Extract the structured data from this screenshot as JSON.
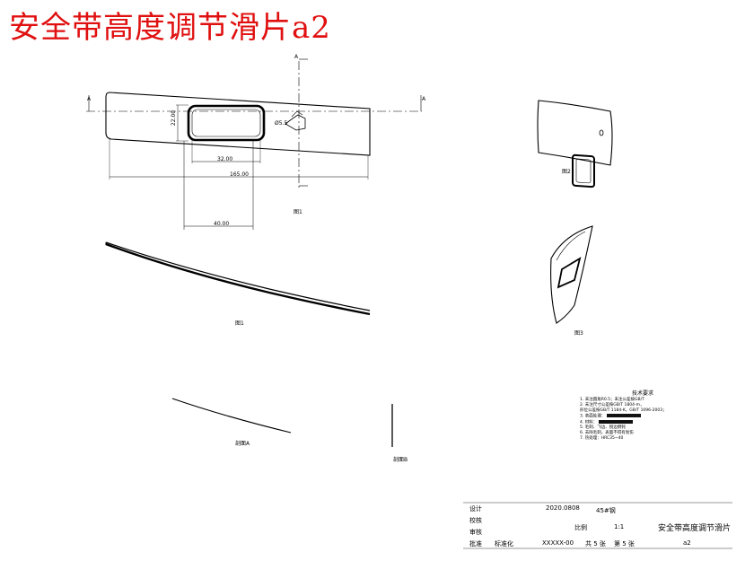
{
  "title": "安全带高度调节滑片a2",
  "views": {
    "view1_label": "图1",
    "view2_label": "图2",
    "view3_label": "图3",
    "view4_label": "剖面A",
    "view5_label": "剖面B",
    "section_marker": "A"
  },
  "dimensions": {
    "window_height": "22.00",
    "window_width": "32.00",
    "overall_width": "165.00",
    "lower_width": "40.00",
    "hole_label": "Ø5.5"
  },
  "notes": {
    "heading": "技术要求",
    "lines": [
      "1. 未注圆角R0.5；未注公差按GB/T",
      "2. 未注尺寸公差按GB/T 1804-m，",
      "   形位公差按GB/T 1184-K，GB/T 1096-2003；",
      "3. 表面处理：",
      "4. 材料：",
      "5. 毛刺、飞边、锐边倒钝",
      "6. 去除毛刺，表面不得有划伤",
      "7. 热处理：HRC35~40"
    ]
  },
  "title_block": {
    "design": "设计",
    "check": "校核",
    "review": "审核",
    "approve": "批准",
    "designer": "2020.0808",
    "material": "45#钢",
    "scale_label": "比例",
    "scale": "1:1",
    "name": "安全带高度调节滑片",
    "std": "标准化",
    "std_code": "XXXXX-00",
    "sheets": "共 5 张",
    "sheet_no": "第 5 张",
    "code": "a2"
  }
}
